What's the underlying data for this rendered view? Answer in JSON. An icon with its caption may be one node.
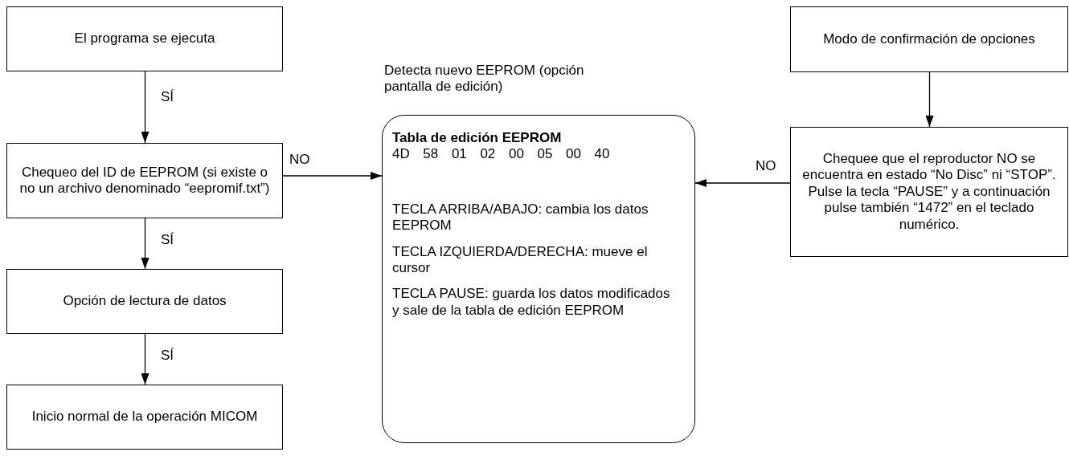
{
  "diagram": {
    "nodes": [
      {
        "text": [
          "El programa se ejecuta"
        ]
      },
      {
        "text": [
          "Chequeo del ID de EEPROM (si existe o no un archivo denominado “eepromif.txt”)"
        ]
      },
      {
        "text": [
          "Opción de lectura de datos"
        ]
      },
      {
        "text": [
          "Inicio normal de la operación MICOM"
        ]
      },
      {
        "text": [
          "Detecta nuevo EEPROM (opción pantalla de edición)",
          "Tabla de edición EEPROM",
          "4D 58 01 02 00 05 00 40",
          "TECLA ARRIBA/ABAJO: cambia los datos EEPROM",
          "TECLA IZQUIERDA/DERECHA: mueve el cursor",
          "TECLA PAUSE: guarda los datos modificados y sale de la tabla de edición EEPROM"
        ]
      },
      {
        "text": [
          "Modo de confirmación de opciones"
        ]
      },
      {
        "text": [
          "Chequee que el reproductor NO se encuentra en estado “No Disc” ni “STOP”. Pulse la tecla “PAUSE” y a continuación pulse también “1472” en el teclado numérico."
        ]
      }
    ],
    "edges": [
      {
        "from": 0,
        "to": 1,
        "arrow": "to",
        "label": "SÍ"
      },
      {
        "from": 1,
        "to": 2,
        "arrow": "to",
        "label": "SÍ"
      },
      {
        "from": 2,
        "to": 3,
        "arrow": "to",
        "label": "SÍ"
      },
      {
        "from": 1,
        "to": 4,
        "arrow": "to",
        "label": "NO"
      },
      {
        "from": 5,
        "to": 6,
        "arrow": "to"
      },
      {
        "from": 6,
        "to": 4,
        "arrow": "to",
        "label": "NO"
      }
    ]
  }
}
